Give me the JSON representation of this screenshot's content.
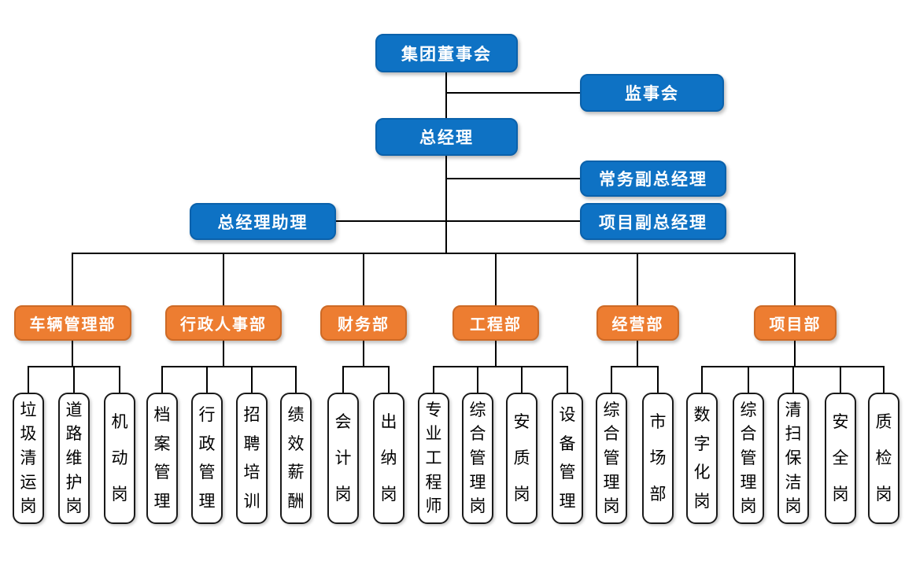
{
  "palette": {
    "blue_fill": "#0e72c4",
    "blue_border": "#0a61ab",
    "orange_fill": "#ed7d31",
    "orange_border": "#cd6a26",
    "line_color": "#000000",
    "post_fill": "#ffffff",
    "post_border": "#1a1a1a",
    "text_on_color": "#ffffff",
    "text_dark": "#000000"
  },
  "executives": {
    "board": "集团董事会",
    "supervisory": "监事会",
    "gm": "总经理",
    "exec_deputy": "常务副总经理",
    "project_deputy": "项目副总经理",
    "gm_assistant": "总经理助理"
  },
  "departments": [
    {
      "label": "车辆管理部",
      "children": [
        "垃圾清运岗",
        "道路维护岗",
        "机动岗"
      ]
    },
    {
      "label": "行政人事部",
      "children": [
        "档案管理",
        "行政管理",
        "招聘培训",
        "绩效薪酬"
      ]
    },
    {
      "label": "财务部",
      "children": [
        "会计岗",
        "出纳岗"
      ]
    },
    {
      "label": "工程部",
      "children": [
        "专业工程师",
        "综合管理岗",
        "安质岗",
        "设备管理"
      ]
    },
    {
      "label": "经营部",
      "children": [
        "综合管理岗",
        "市场部"
      ]
    },
    {
      "label": "项目部",
      "children": [
        "数字化岗",
        "综合管理岗",
        "清扫保洁岗",
        "安全岗",
        "质检岗"
      ]
    }
  ]
}
